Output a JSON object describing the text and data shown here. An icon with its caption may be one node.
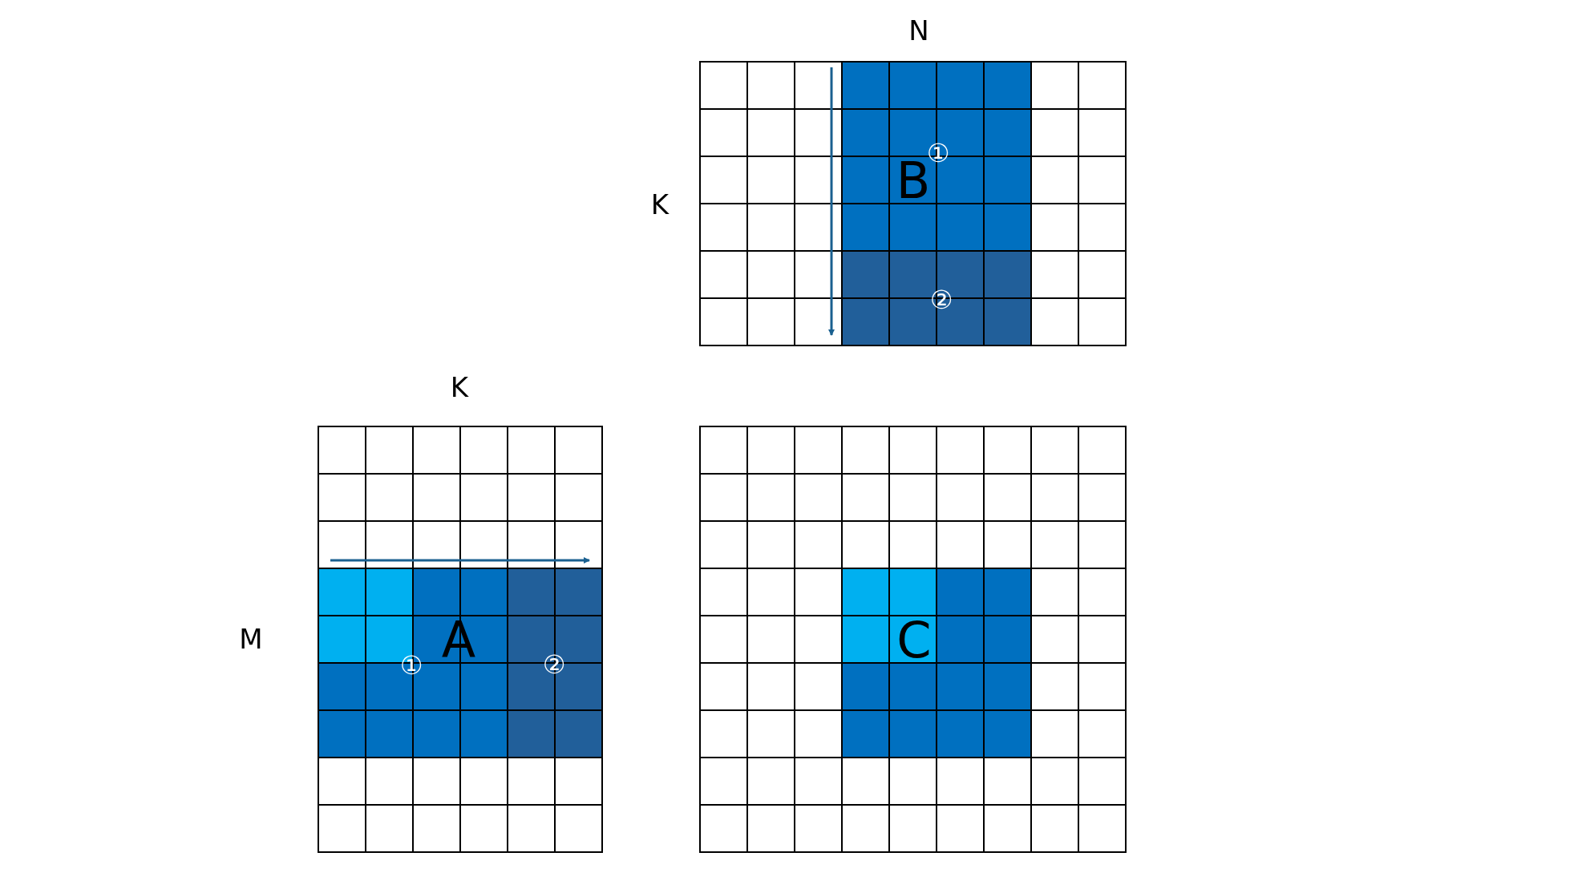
{
  "diagram": {
    "nodes": [
      {
        "text": [
          "B"
        ]
      },
      {
        "text": [
          "A"
        ]
      },
      {
        "text": [
          "C"
        ]
      }
    ],
    "edges": [],
    "labels": [
      "N",
      "K",
      "①",
      "②",
      "K",
      "M",
      "①",
      "②"
    ]
  }
}
